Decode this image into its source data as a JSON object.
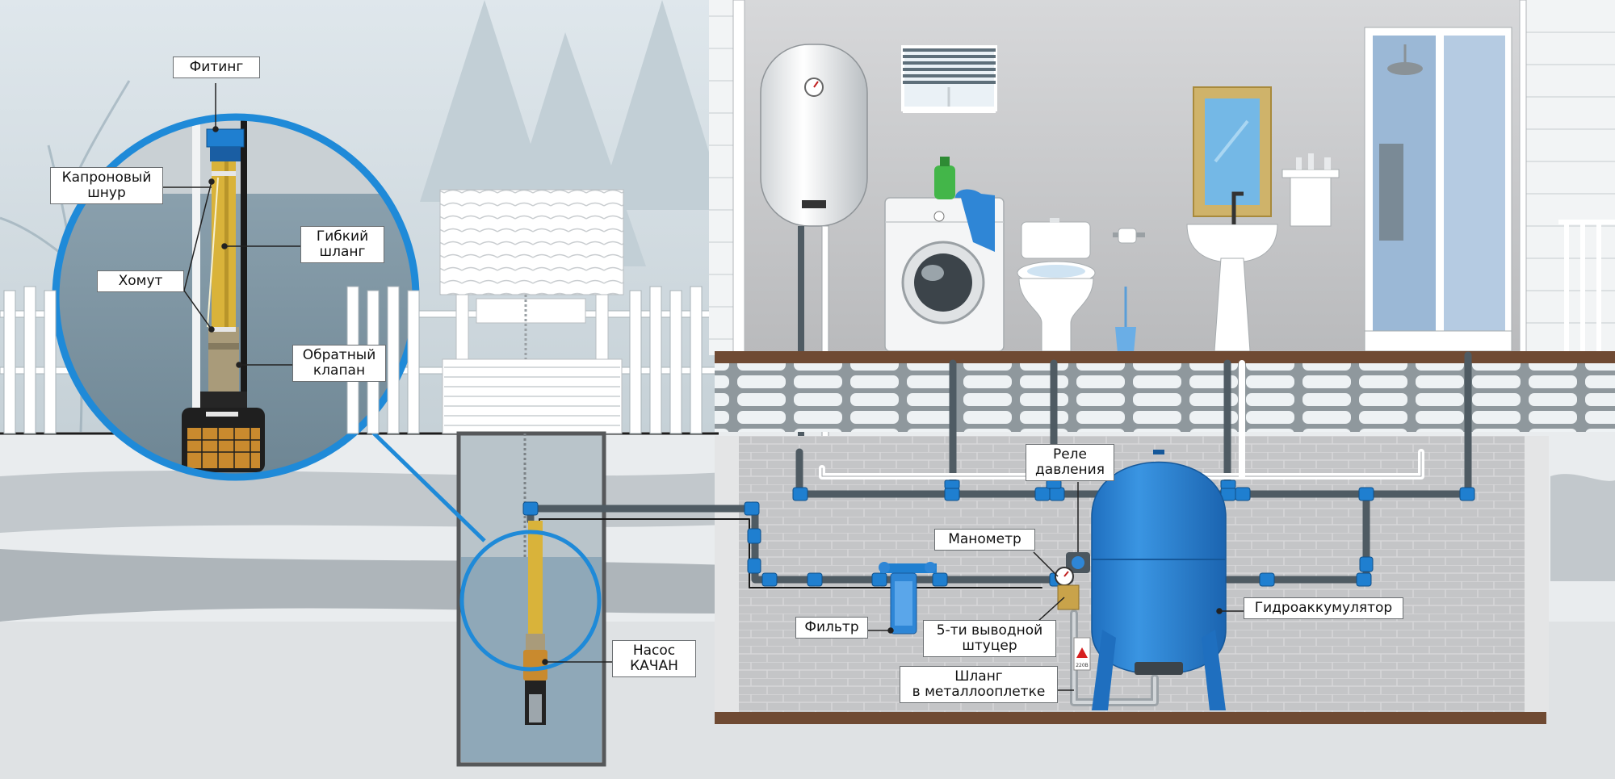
{
  "labels": {
    "fitting": "Фитинг",
    "kapron_line1": "Капроновый",
    "kapron_line2": "шнур",
    "hose_line1": "Гибкий",
    "hose_line2": "шланг",
    "clamp": "Хомут",
    "valve_line1": "Обратный",
    "valve_line2": "клапан",
    "relay_line1": "Реле",
    "relay_line2": "давления",
    "manometer": "Манометр",
    "filter": "Фильтр",
    "fitting5_line1": "5-ти выводной",
    "fitting5_line2": "штуцер",
    "braided_line1": "Шланг",
    "braided_line2": "в металлооплетке",
    "accumulator": "Гидроаккумулятор",
    "pump_line1": "Насос",
    "pump_line2": "КАЧАН"
  },
  "warning_sign": "220В",
  "colors": {
    "pipe": "#4f5b63",
    "fitting": "#1f7fd0",
    "tank": "#2e86d6",
    "water": "#8fa8b8",
    "hose": "#d9b33a",
    "wall": "#c3c4c6",
    "floor": "#6f4a33"
  }
}
